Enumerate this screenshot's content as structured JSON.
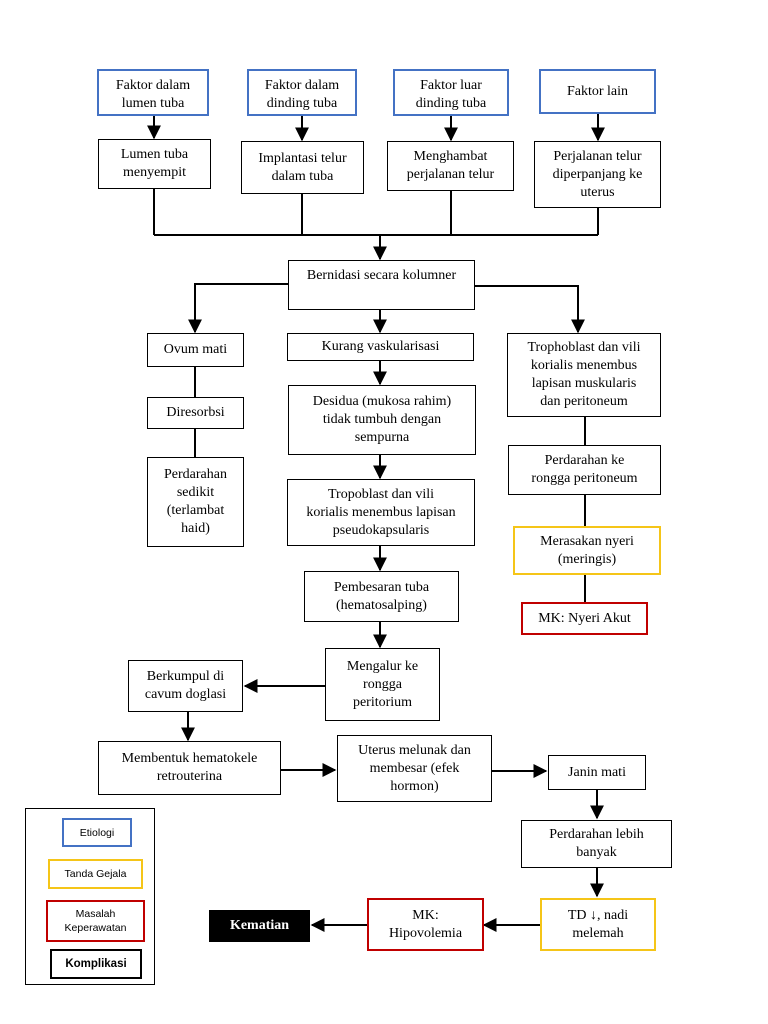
{
  "nodes": {
    "etiologi_1": "Faktor dalam\nlumen tuba",
    "etiologi_2": "Faktor dalam\ndinding tuba",
    "etiologi_3": "Faktor luar\ndinding tuba",
    "etiologi_4": "Faktor lain",
    "lumen_menyempit": "Lumen tuba\nmenyempit",
    "implantasi": "Implantasi telur\ndalam tuba",
    "menghambat": "Menghambat\nperjalanan telur",
    "perjalanan": "Perjalanan telur\ndiperpanjang ke\nuterus",
    "bernidasi": "Bernidasi secara kolumner",
    "ovum_mati": "Ovum mati",
    "kurang_vask": "Kurang vaskularisasi",
    "trophoblast_vili": "Trophoblast dan vili\nkorialis menembus\nlapisan muskularis\ndan peritoneum",
    "diresorbsi": "Diresorbsi",
    "desidua": "Desidua (mukosa rahim)\ntidak tumbuh dengan\nsempurna",
    "perdarahan_peritoneum": "Perdarahan ke\nrongga peritoneum",
    "perdarahan_sedikit": "Perdarahan\nsedikit\n(terlambat\nhaid)",
    "tropoblast_pseudo": "Tropoblast dan vili\nkorialis menembus lapisan\npseudokapsularis",
    "merasakan_nyeri": "Merasakan nyeri\n(meringis)",
    "pembesaran_tuba": "Pembesaran tuba\n(hematosalping)",
    "mk_nyeri": "MK: Nyeri Akut",
    "berkumpul": "Berkumpul di\ncavum doglasi",
    "mengalur": "Mengalur ke\nrongga\nperitorium",
    "hematokele": "Membentuk hematokele\nretrouterina",
    "uterus_melunak": "Uterus melunak dan\nmembesar (efek\nhormon)",
    "janin_mati": "Janin mati",
    "perdarahan_banyak": "Perdarahan lebih\nbanyak",
    "td_turun": "TD ↓, nadi\nmelemah",
    "mk_hipovolemia": "MK:\nHipovolemia",
    "kematian": "Kematian"
  },
  "legend": {
    "etiologi": "Etiologi",
    "tanda_gejala": "Tanda Gejala",
    "masalah_keperawatan": "Masalah\nKeperawatan",
    "komplikasi": "Komplikasi"
  },
  "colors": {
    "etiologi": "#4472c4",
    "tanda_gejala": "#f5c518",
    "masalah_keperawatan": "#c00000",
    "komplikasi": "#000000"
  }
}
